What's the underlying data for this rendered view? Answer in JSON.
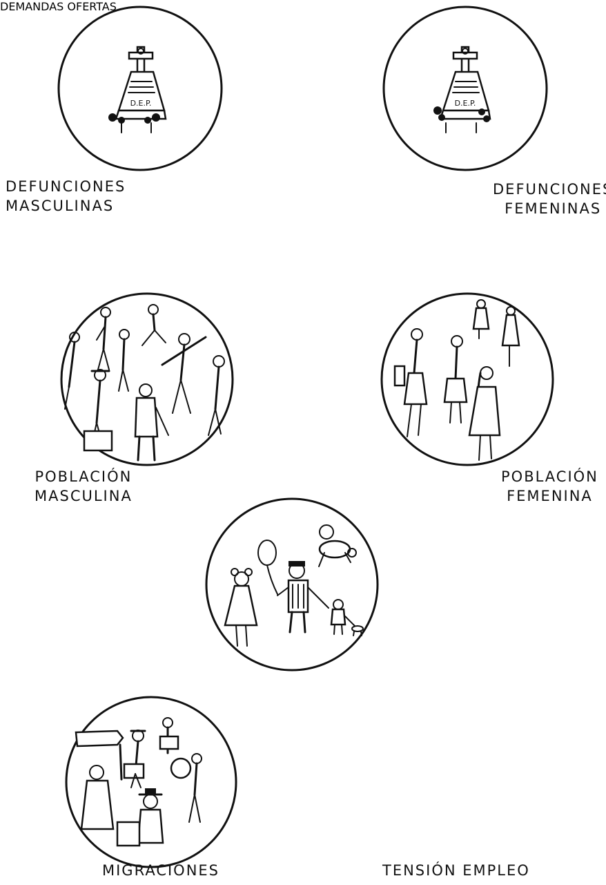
{
  "labels": {
    "male_deaths_line1": "DEFUNCIONES",
    "male_deaths_line2": "MASCULINAS",
    "female_deaths_line1": "DEFUNCIONES",
    "female_deaths_line2": "FEMENINAS",
    "male_pop_line1": "POBLACIÓN",
    "male_pop_line2": "MASCULINA",
    "female_pop_line1": "POBLACIÓN",
    "female_pop_line2": "FEMENINA",
    "migrations": "MIGRACIONES",
    "employment": "TENSIÓN EMPLEO"
  },
  "tombstone_text": "D.E.P.",
  "ballot_box": {
    "demand": "DEMANDAS",
    "offer": "OFERTAS"
  }
}
